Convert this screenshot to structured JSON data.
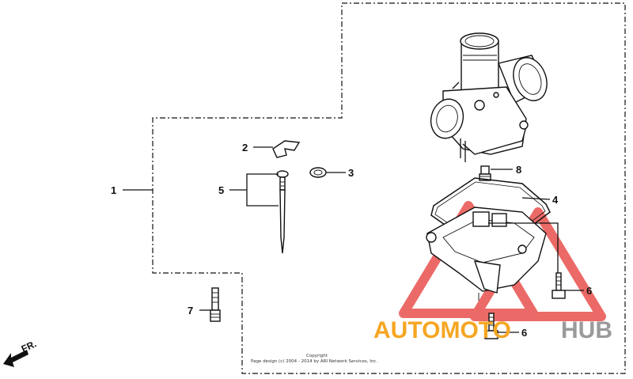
{
  "callouts": {
    "c1": "1",
    "c2": "2",
    "c3": "3",
    "c4": "4",
    "c5": "5",
    "c6a": "6",
    "c6b": "6",
    "c7": "7",
    "c8": "8"
  },
  "direction_label": "FR.",
  "copyright": {
    "line1": "Copyright",
    "line2": "Page design (c) 2004 - 2014 by ARI Network Services, Inc."
  },
  "watermark": {
    "part1": "AUTOMOTO",
    "part2": "HUB"
  },
  "colors": {
    "watermark_orange": "#f5a623",
    "watermark_gray": "#9a9a9a",
    "watermark_red": "#e53935"
  }
}
